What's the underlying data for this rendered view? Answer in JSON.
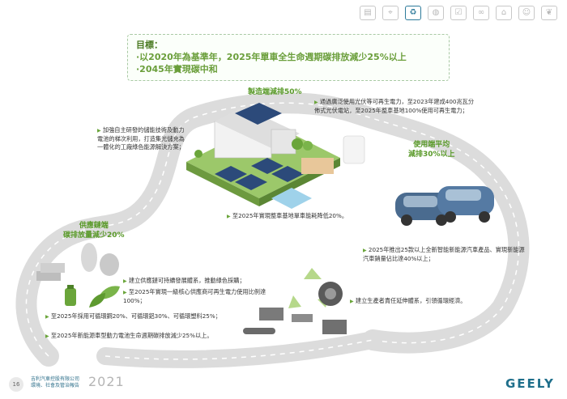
{
  "header": {
    "icons": [
      "document-icon",
      "location-icon",
      "recycle-car-icon",
      "globe-icon",
      "checklist-icon",
      "handshake-icon",
      "building-icon",
      "people-icon",
      "leaf-icon"
    ]
  },
  "goal": {
    "title": "目標：",
    "line1": "·以2020年為基準年，2025年單車全生命週期碳排放減少25%以上",
    "line2": "·2045年實現碳中和"
  },
  "manufacturing": {
    "title": "製造端減排50%",
    "note1": "通過廣泛使用光伏等可再生電力，至2023年建成400兆瓦分佈式光伏電站，至2025年整車基地100%使用可再生電力；",
    "note2": "加強自主研發的儲能技術及動力電池的梯次利用，打造集光儲充為一體化的工廠綠色能源解決方案；",
    "note3": "至2025年實現整車基地單車能耗降低20%。"
  },
  "usage": {
    "title_line1": "使用端平均",
    "title_line2": "減排30%以上",
    "note": "2025年推出25款以上全新智能新能源汽車產品、實現新能源汽車銷量佔比達40%以上；"
  },
  "supply": {
    "title_line1": "供應鏈端",
    "title_line2": "碳排放量減少20%",
    "note1": "建立供應鏈可持續發展體系，推動綠色採購；",
    "note2": "至2025年實現一級核心供應商可再生電力使用比例達100%；",
    "note3": "至2025年採用可循環鋼20%、可循環鋁30%、可循環塑料25%；",
    "note4": "至2025年新能源車型動力電池生命週期碳排放減少25%以上。"
  },
  "recycling": {
    "note": "建立生產者責任延伸體系，引領循環經濟。"
  },
  "footer": {
    "page": "16",
    "company_line1": "吉利汽車控股有限公司",
    "company_line2": "環境、社會及管治報告",
    "year": "2021",
    "brand": "GEELY"
  }
}
